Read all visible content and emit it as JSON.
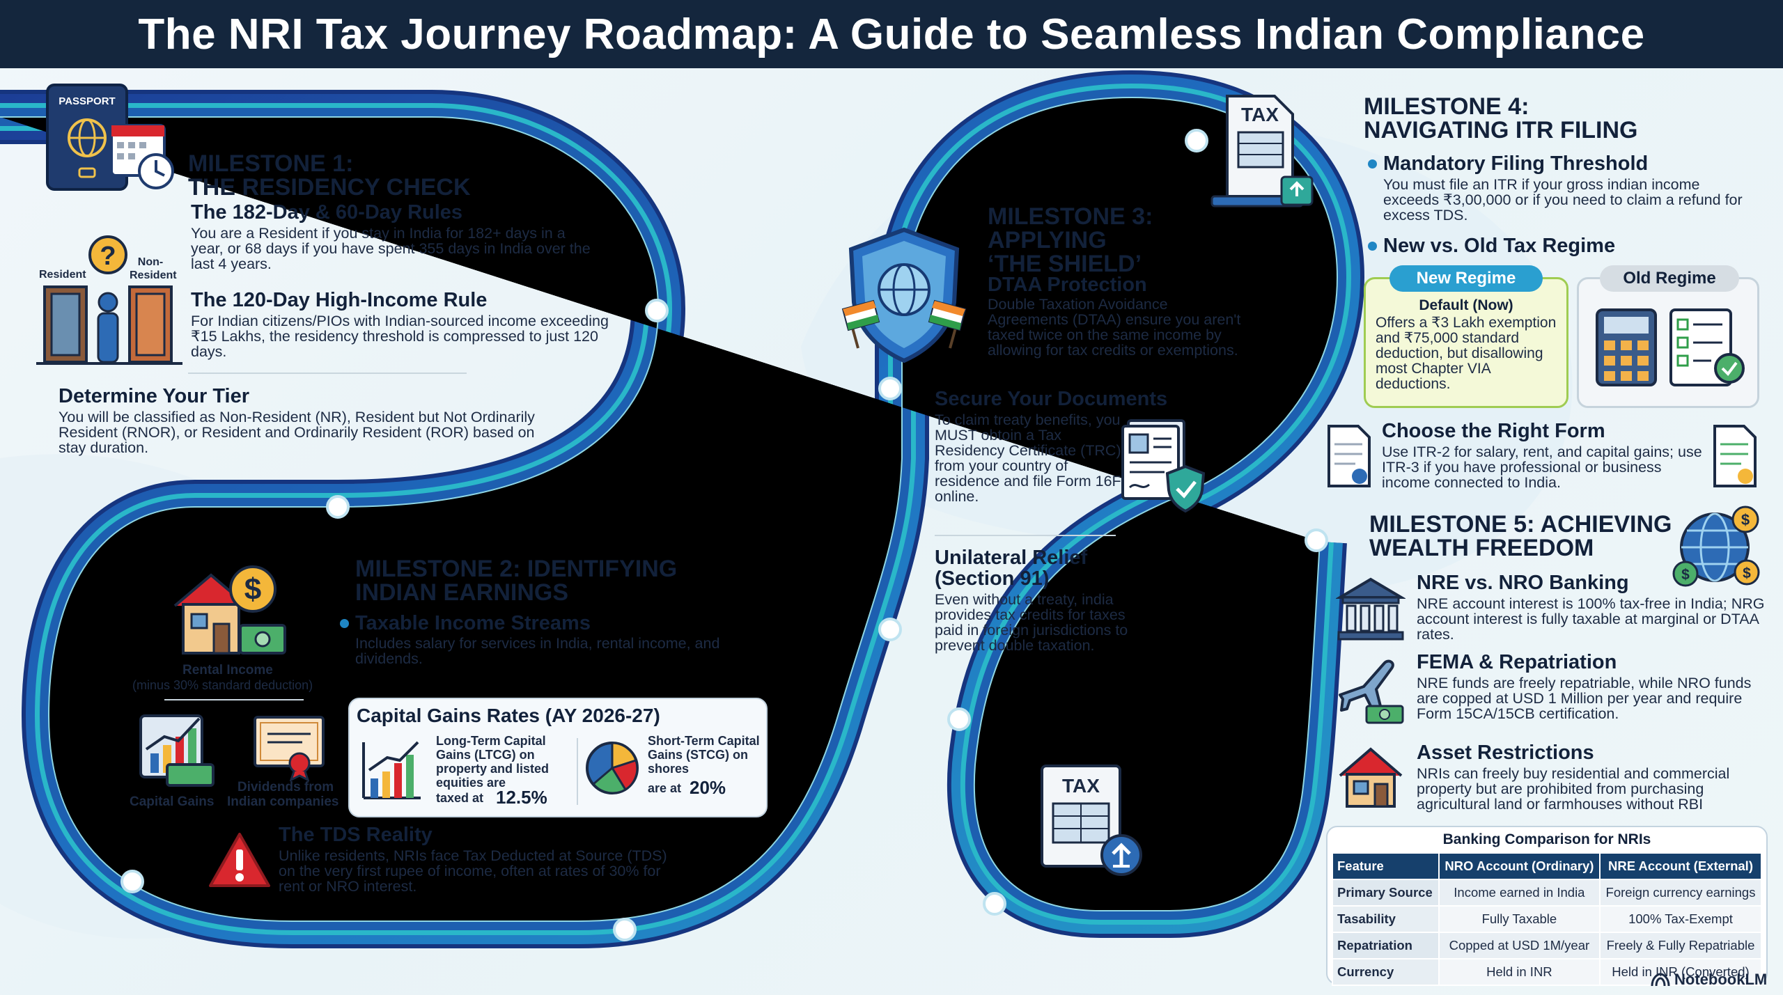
{
  "title": "The NRI Tax Journey Roadmap: A Guide to Seamless Indian Compliance",
  "m1": {
    "title_line1": "MILESTONE 1:",
    "title_line2": "THE RESIDENCY CHECK",
    "rule1_h": "The 182-Day & 60-Day Rules",
    "rule1_p": "You are a Resident if you stay in India for 182+ days in a year, or 68 days if you have spent 355 days in India over the last 4 years.",
    "rule2_h": "The 120-Day High-Income Rule",
    "rule2_p": "For Indian citizens/PIOs with Indian-sourced income exceeding ₹15 Lakhs, the residency threshold is compressed to just 120 days.",
    "tier_h": "Determine Your Tier",
    "tier_p": "You will be classified as Non-Resident (NR), Resident but Not Ordinarily Resident (RNOR), or Resident and Ordinarily Resident (ROR) based on stay duration.",
    "passport_label": "PASSPORT",
    "door_resident": "Resident",
    "door_nonresident_1": "Non-",
    "door_nonresident_2": "Resident"
  },
  "m2": {
    "title_line1": "MILESTONE 2: IDENTIFYING",
    "title_line2": "INDIAN EARNINGS",
    "streams_h": "Taxable Income Streams",
    "streams_p": "Includes salary for services in India, rental income, and dividends.",
    "rental_label": "Rental Income",
    "rental_note": "(minus 30% standard deduction)",
    "capgains_label": "Capital Gains",
    "dividends_label_1": "Dividends from",
    "dividends_label_2": "Indian companies",
    "cg_box_title": "Capital Gains Rates (AY 2026-27)",
    "ltcg_text": "Long-Term Capital Gains (LTCG) on property and listed equities are",
    "ltcg_taxed": "taxed at",
    "ltcg_rate": "12.5%",
    "stcg_text": "Short-Term Capital Gains (STCG) on shores",
    "stcg_are": "are at",
    "stcg_rate": "20%",
    "tds_h": "The TDS Reality",
    "tds_p": "Unlike residents, NRIs face Tax Deducted at Source (TDS) on the very first rupee of income, often at rates of 30% for rent or NRO interest."
  },
  "m3": {
    "title_line1": "MILESTONE 3:",
    "title_line2": "APPLYING",
    "title_line3": "‘THE SHIELD’",
    "dtaa_h": "DTAA Protection",
    "dtaa_p": "Double Taxation Avoidance Agreements (DTAA) ensure you aren't taxed twice on the same income by allowing for tax credits or exemptions.",
    "docs_h": "Secure Your Documents",
    "docs_p": "To claim treaty benefits, you MUST obtoin a Tax Residency Certificate (TRC) from your country of residence and file Form 16F online.",
    "relief_h1": "Unilateral Relief",
    "relief_h2": "(Section 91)",
    "relief_p": "Even without a treaty, india provides tax credits for taxes paid in foreign jurisdictions to prevent double taxation.",
    "tax_doc_label": "TAX"
  },
  "m4": {
    "title_line1": "MILESTONE 4:",
    "title_line2": "NAVIGATING ITR FILING",
    "threshold_h": "Mandatory Filing Threshold",
    "threshold_p": "You must file an ITR if your gross indian income exceeds ₹3,00,000 or if you need to claim a refund for excess TDS.",
    "regime_h": "New vs. Old Tax Regime",
    "new_regime_label": "New Regime",
    "new_regime_default": "Default (Now)",
    "new_regime_p": "Offers a ₹3 Lakh exemption and ₹75,000 standard deduction, but disallowing most Chapter VIA deductions.",
    "old_regime_label": "Old Regime",
    "form_h": "Choose the Right Form",
    "form_p": "Use ITR-2 for salary, rent, and capital gains; use ITR-3 if you have professional or business income connected to India.",
    "tax_doc_label": "TAX"
  },
  "m5": {
    "title_line1": "MILESTONE 5: ACHIEVING",
    "title_line2": "WEALTH FREEDOM",
    "banking_h": "NRE vs. NRO Banking",
    "banking_p": "NRE account interest is 100% tax-free in India; NRG account interest is fully taxable at marginal or DTAA rates.",
    "fema_h": "FEMA & Repatriation",
    "fema_p": "NRE funds are freely repatriable, while NRO funds are copped at USD 1 Million per year and require Form 15CA/15CB certification.",
    "asset_h": "Asset Restrictions",
    "asset_p": "NRIs can freely buy residential and commercial property but are prohibited from purchasing agricultural land or farmhouses without RBI"
  },
  "bank_table": {
    "title": "Banking Comparison for NRIs",
    "headers": [
      "Feature",
      "NRO Account (Ordinary)",
      "NRE Account (External)"
    ],
    "rows": [
      [
        "Primary Source",
        "Income earned in India",
        "Foreign currency earnings"
      ],
      [
        "Tasability",
        "Fully Taxable",
        "100% Tax-Exempt"
      ],
      [
        "Repatriation",
        "Copped at USD 1M/year",
        "Freely & Fully Repatriable"
      ],
      [
        "Currency",
        "Held in INR",
        "Held in INR (Converted)"
      ]
    ]
  },
  "footer": {
    "brand": "NotebookLM"
  },
  "colors": {
    "title_bg": "#14263d",
    "road_outer": "#1b3f8f",
    "road_mid": "#1f78c6",
    "road_accent": "#2ab7c9",
    "accent_red": "#d9272e"
  }
}
